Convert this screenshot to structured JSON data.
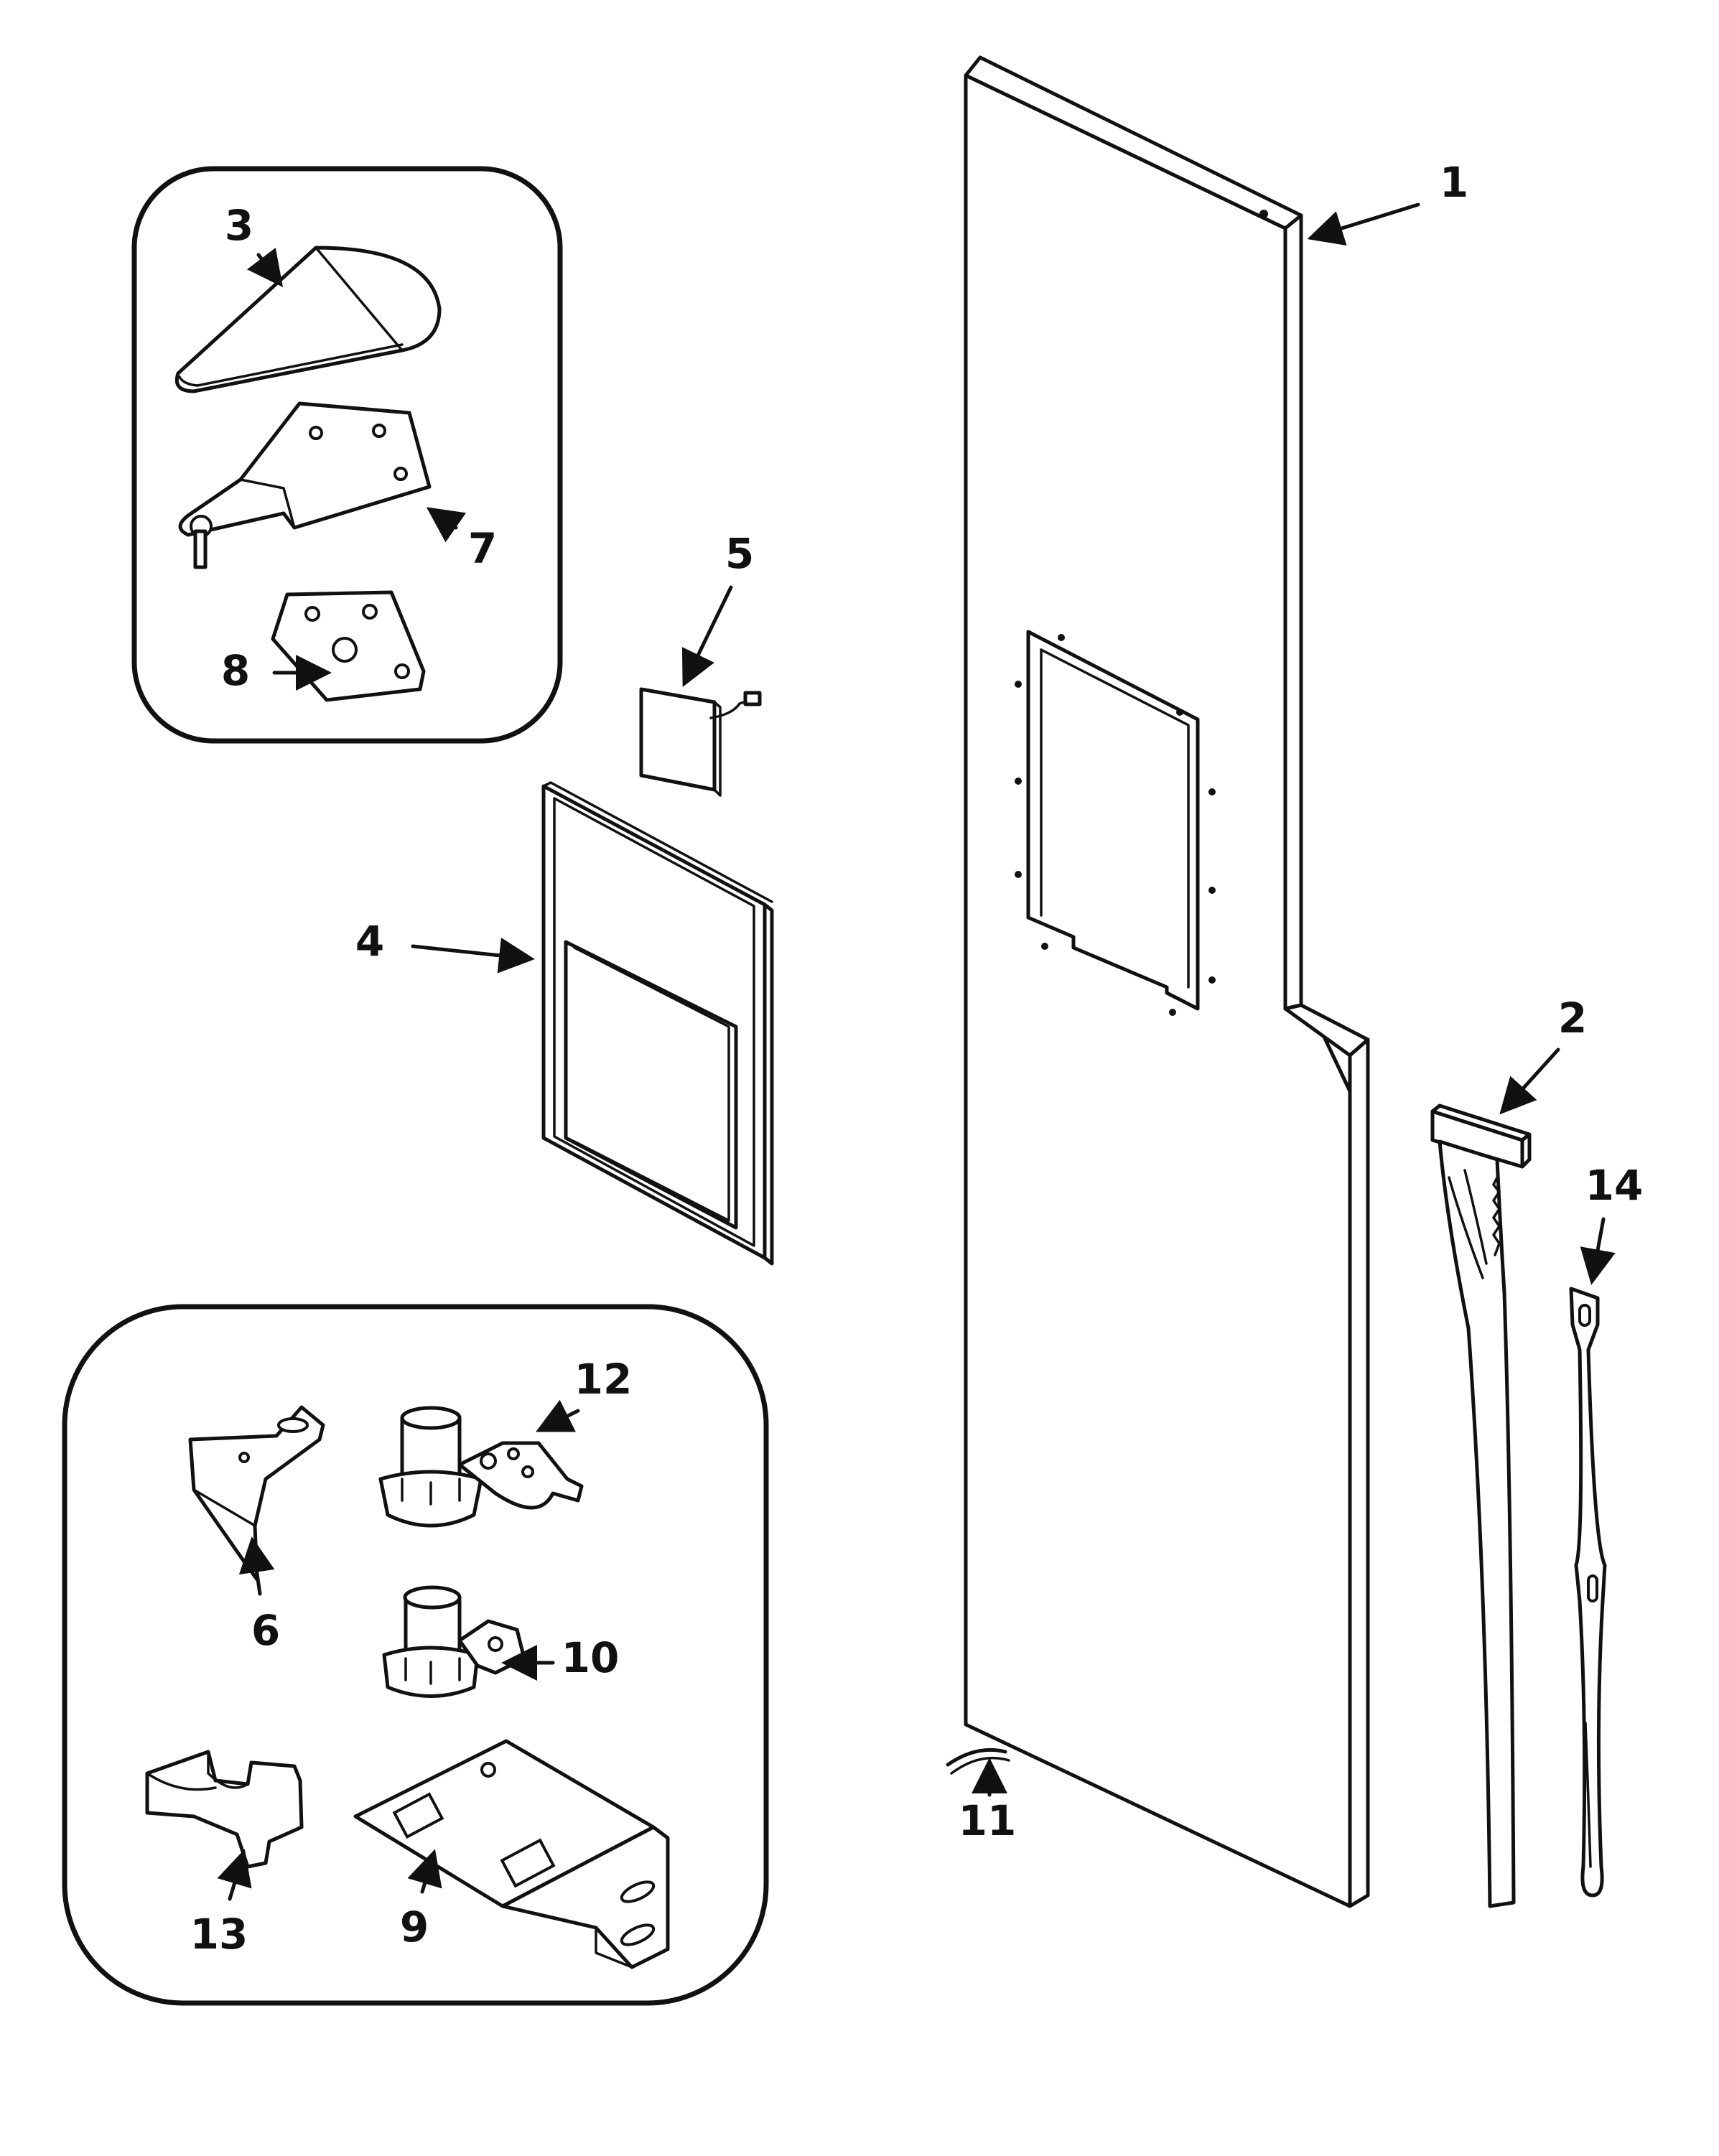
{
  "callouts": {
    "door": "1",
    "handle": "2",
    "top_hinge_cover": "3",
    "dispenser_frame": "4",
    "dispenser_switch": "5",
    "bracket_6": "6",
    "top_hinge": "7",
    "hinge_shim": "8",
    "bottom_hinge_bracket": "9",
    "hinge_pin_10": "10",
    "water_tube": "11",
    "hinge_pin_12": "12",
    "hinge_cover_13": "13",
    "handle_strip": "14"
  }
}
